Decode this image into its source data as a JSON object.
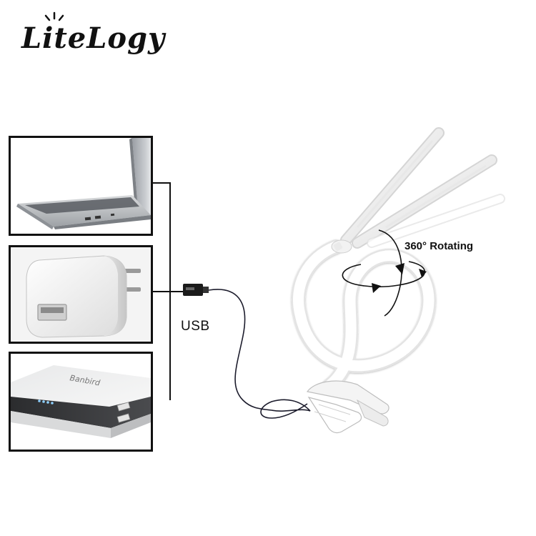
{
  "brand": {
    "logo_text": "LiteLogy"
  },
  "labels": {
    "usb": "USB",
    "rotation": "360° Rotating"
  },
  "powerbank": {
    "brand_text": "Banbird"
  },
  "devices": [
    "laptop",
    "wall-adapter",
    "power-bank"
  ],
  "colors": {
    "frame": "#111111",
    "lamp": "#ffffff",
    "cable": "#1a1a2e"
  }
}
